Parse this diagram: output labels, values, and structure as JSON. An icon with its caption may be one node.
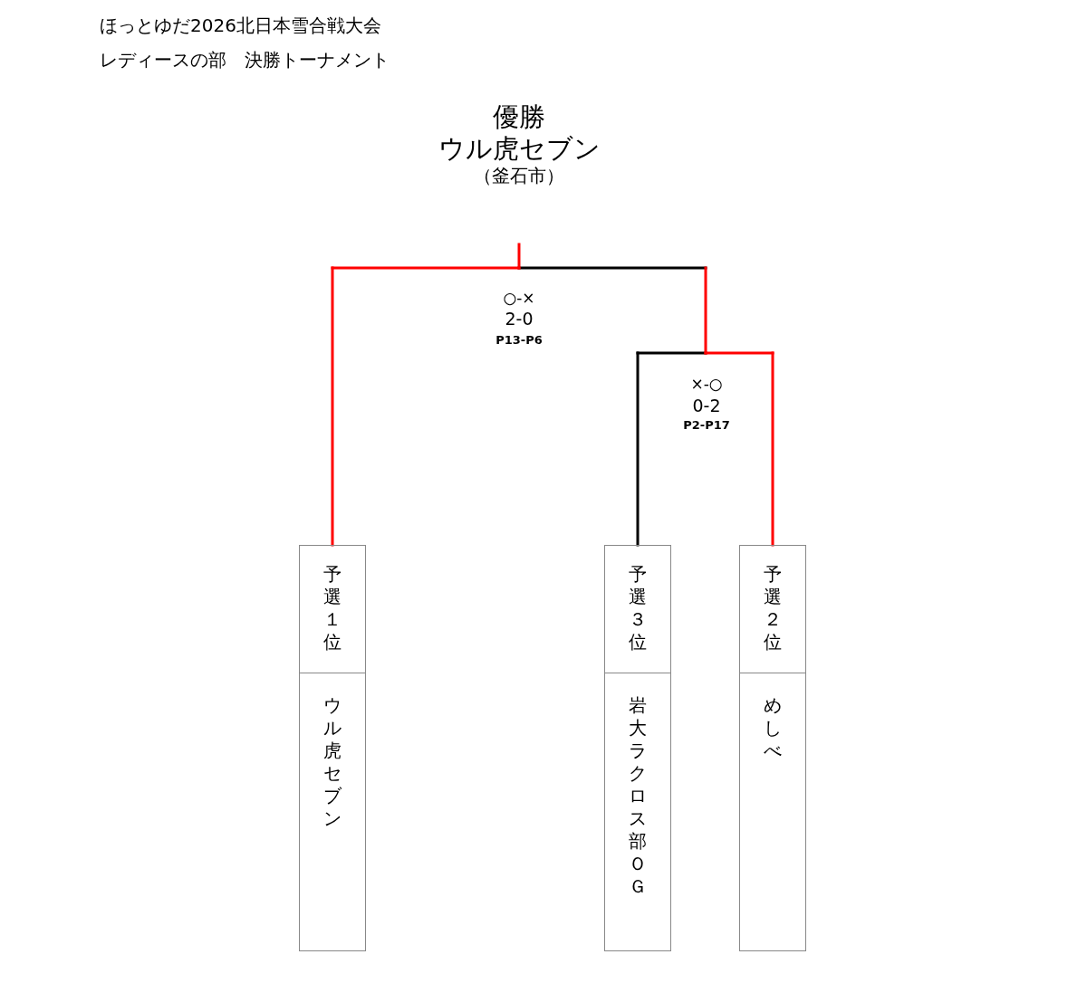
{
  "diagram": {
    "title": "ほっとゆだ2026北日本雪合戦大会",
    "nodes": [
      {
        "text": [
          "優勝",
          "ウル虎セブン",
          "（釜石市）"
        ]
      },
      {
        "text": [
          "予選１位",
          "ウル虎セブン"
        ]
      },
      {
        "text": [
          "予選３位",
          "岩大ラクロス部ＯＧ"
        ]
      },
      {
        "text": [
          "予選２位",
          "めしべ"
        ]
      }
    ],
    "edges": [
      {
        "from": 1,
        "to": 0,
        "arrow": "none",
        "color": "#ff0000"
      },
      {
        "from": 2,
        "to": 0,
        "arrow": "none",
        "color": "#000000"
      },
      {
        "from": 3,
        "to": 0,
        "arrow": "none",
        "color": "#ff0000"
      }
    ],
    "labels": [
      "レディースの部　決勝トーナメント",
      "○-×",
      "2-0",
      "P13-P6",
      "×-○",
      "0-2",
      "P2-P17"
    ]
  }
}
